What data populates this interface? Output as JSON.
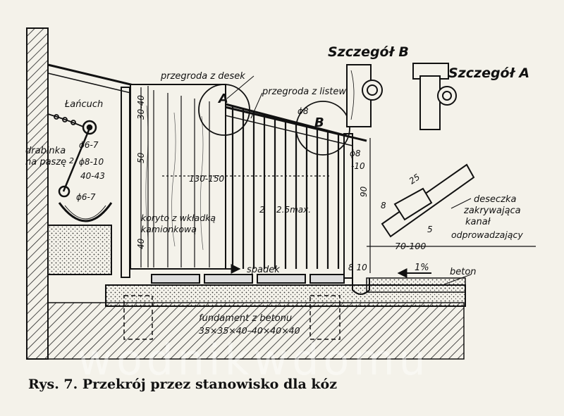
{
  "caption": "Rys. 7.  Przekrój przez stanowisko dla kóz",
  "details": {
    "b": "Szczegół B",
    "a": "Szczegół A"
  },
  "callouts": {
    "a": "A",
    "b": "B"
  },
  "labels": {
    "przegroda_z_desek": "przegroda z desek",
    "przegroda_z_listew": "przegroda z listew",
    "lancuch": "Łańcuch",
    "drabinka_1": "drabinka",
    "drabinka_2": "na paszę",
    "koryto_1": "koryto z wkładką",
    "koryto_2": "kamionkową",
    "spadek": "spadek",
    "fundament_1": "fundament z betonu",
    "fundament_2": "35×35×40–40×40×40",
    "beton": "beton",
    "deseczka_1": "deseczka",
    "deseczka_2": "zakrywająca",
    "deseczka_3": "kanał",
    "deseczka_4": "odprowadzający"
  },
  "dimensions": {
    "d30_40": "30-40",
    "d50": "50",
    "d130_150": "130-150",
    "d40_v": "40",
    "d90": "90",
    "phi8_top": "ϕ8",
    "phi8_side_1": "ϕ8",
    "phi8_side_2": "-10",
    "phi6_7_a": "ϕ6-7",
    "phi8_10": "ϕ8-10",
    "d40_43": "40-43",
    "phi6_7_b": "ϕ6-7",
    "d2": "2",
    "d2_small": "2",
    "d25max": "2.5max.",
    "d8_10": "8 10",
    "pct1": "1%",
    "d25": "25",
    "d8": "8",
    "d5": "5",
    "d70_100": "70-100"
  },
  "watermark": "wodnikwdomu"
}
